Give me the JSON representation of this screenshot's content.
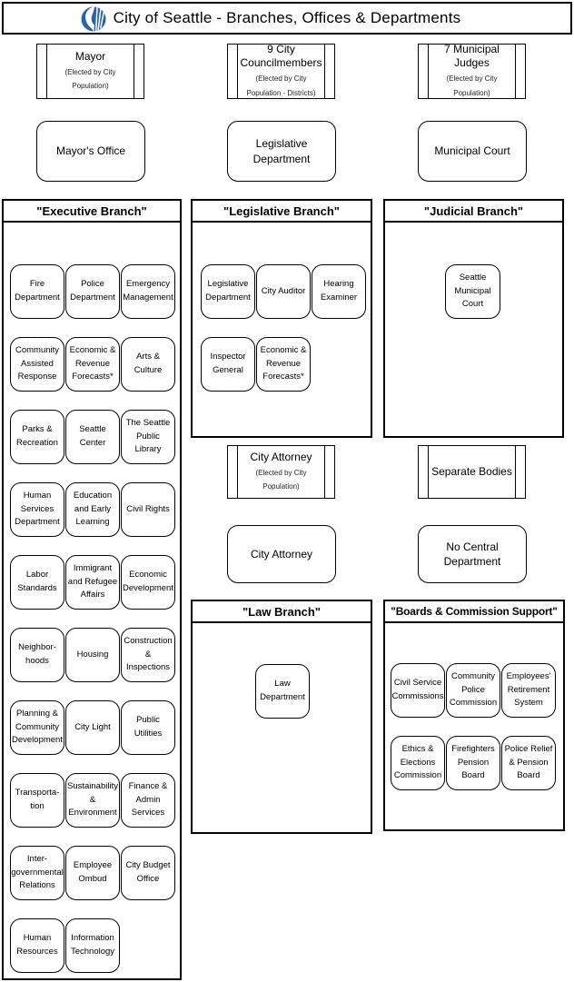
{
  "header": {
    "title": "City of Seattle - Branches, Offices & Departments",
    "logo": "city-of-seattle-logo"
  },
  "colors": {
    "logo_blue": "#2a62ac",
    "line": "#000000",
    "background": "#ffffff"
  },
  "elected_officials": [
    {
      "title": "Mayor",
      "subtitle": "(Elected by City Population)"
    },
    {
      "title": "9 City Councilmembers",
      "subtitle": "(Elected by City Population - Districts)"
    },
    {
      "title": "7 Municipal Judges",
      "subtitle": "(Elected by City Population)"
    }
  ],
  "top_offices": [
    {
      "label": "Mayor's Office"
    },
    {
      "label": "Legislative Department"
    },
    {
      "label": "Municipal Court"
    }
  ],
  "executive": {
    "title": "\"Executive Branch\"",
    "departments": [
      "Fire Department",
      "Police Department",
      "Emergency Management",
      "Community Assisted Response",
      "Economic & Revenue Forecasts*",
      "Arts & Culture",
      "Parks & Recreation",
      "Seattle Center",
      "The Seattle Public Library",
      "Human Services Department",
      "Education and Early Learning",
      "Civil Rights",
      "Labor Standards",
      "Immigrant and Refugee Affairs",
      "Economic Development",
      "Neighbor-hoods",
      "Housing",
      "Construction & Inspections",
      "Planning & Community Development",
      "City Light",
      "Public Utilities",
      "Transporta-tion",
      "Sustainability & Environment",
      "Finance & Admin Services",
      "Inter-governmental Relations",
      "Employee Ombud",
      "City Budget Office",
      "Human Resources",
      "Information Technology"
    ]
  },
  "legislative": {
    "title": "\"Legislative Branch\"",
    "departments": [
      "Legislative Department",
      "City Auditor",
      "Hearing Examiner",
      "Inspector General",
      "Economic & Revenue Forecasts*"
    ]
  },
  "judicial": {
    "title": "\"Judicial Branch\"",
    "departments": [
      "Seattle Municipal Court"
    ]
  },
  "law": {
    "title": "\"Law Branch\"",
    "departments": [
      "Law Department"
    ]
  },
  "boards": {
    "title": "\"Boards & Commission Support\"",
    "departments": [
      "Civil Service Commissions",
      "Community Police Commission",
      "Employees' Retirement System",
      "Ethics & Elections Commission",
      "Firefighters Pension Board",
      "Police Relief & Pension Board"
    ]
  },
  "middle_column": {
    "city_attorney_elected": {
      "title": "City Attorney",
      "subtitle": "(Elected by City Population)"
    },
    "city_attorney_office": "City Attorney"
  },
  "right_column": {
    "separate_bodies": "Separate Bodies",
    "no_central_department": "No Central Department"
  }
}
